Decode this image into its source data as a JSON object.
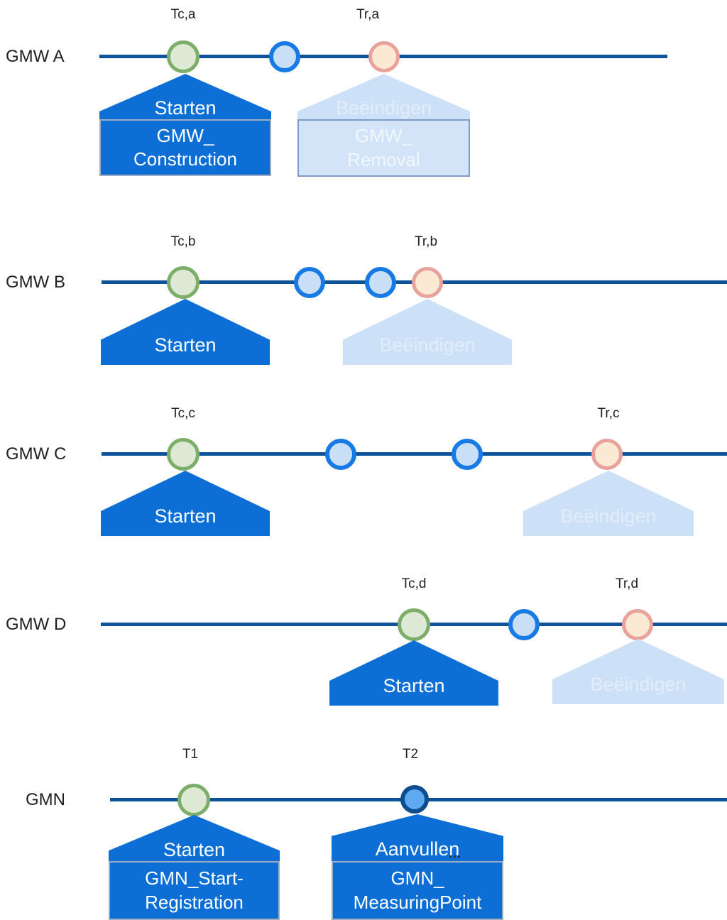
{
  "diagram_title": "",
  "colors": {
    "timeline": "#0e5399",
    "accent_blue": "#0d6fd6",
    "light_blue_pentagon": "#cce0f7",
    "light_blue_box": "#d3e4f8",
    "light_box_border": "#7f9cc2",
    "dark_box_border": "#9eadc2",
    "green_marker_stroke": "#7cae69",
    "green_marker_fill": "#dee9d5",
    "blue_marker_stroke": "#177ae5",
    "blue_marker_fill": "#c9dff7",
    "orange_marker_stroke": "#e9a19b",
    "orange_marker_fill": "#fbe9d4",
    "navy_marker_stroke": "#0c4d8f",
    "navy_marker_fill": "#5fa9f0",
    "text": "#1f1f1f"
  },
  "rows": [
    {
      "label": "GMW A",
      "time_labels": [
        "Tc,a",
        "Tr,a"
      ],
      "markers": [
        "start",
        "intermediate",
        "removal"
      ],
      "callouts": [
        {
          "title": "Starten",
          "box_line1": "GMW_",
          "box_line2": "Construction",
          "style": "active"
        },
        {
          "title": "Beëindigen",
          "box_line1": "GMW_",
          "box_line2": "Removal",
          "style": "inactive"
        }
      ]
    },
    {
      "label": "GMW B",
      "time_labels": [
        "Tc,b",
        "Tr,b"
      ],
      "markers": [
        "start",
        "intermediate",
        "intermediate",
        "removal"
      ],
      "callouts": [
        {
          "title": "Starten",
          "style": "active"
        },
        {
          "title": "Beëindigen",
          "style": "inactive"
        }
      ]
    },
    {
      "label": "GMW C",
      "time_labels": [
        "Tc,c",
        "Tr,c"
      ],
      "markers": [
        "start",
        "intermediate",
        "intermediate",
        "removal"
      ],
      "callouts": [
        {
          "title": "Starten",
          "style": "active"
        },
        {
          "title": "Beëindigen",
          "style": "inactive"
        }
      ]
    },
    {
      "label": "GMW D",
      "time_labels": [
        "Tc,d",
        "Tr,d"
      ],
      "markers": [
        "start",
        "intermediate",
        "removal"
      ],
      "callouts": [
        {
          "title": "Starten",
          "style": "active"
        },
        {
          "title": "Beëindigen",
          "style": "inactive"
        }
      ]
    },
    {
      "label": "GMN",
      "time_labels": [
        "T1",
        "T2"
      ],
      "markers": [
        "start",
        "measuring-point"
      ],
      "callouts": [
        {
          "title": "Starten",
          "box_line1": "GMN_Start-",
          "box_line2": "Registration",
          "style": "active"
        },
        {
          "title": "Aanvullen",
          "ellipsis": "…",
          "box_line1": "GMN_",
          "box_line2": "MeasuringPoint",
          "style": "active"
        }
      ]
    }
  ]
}
